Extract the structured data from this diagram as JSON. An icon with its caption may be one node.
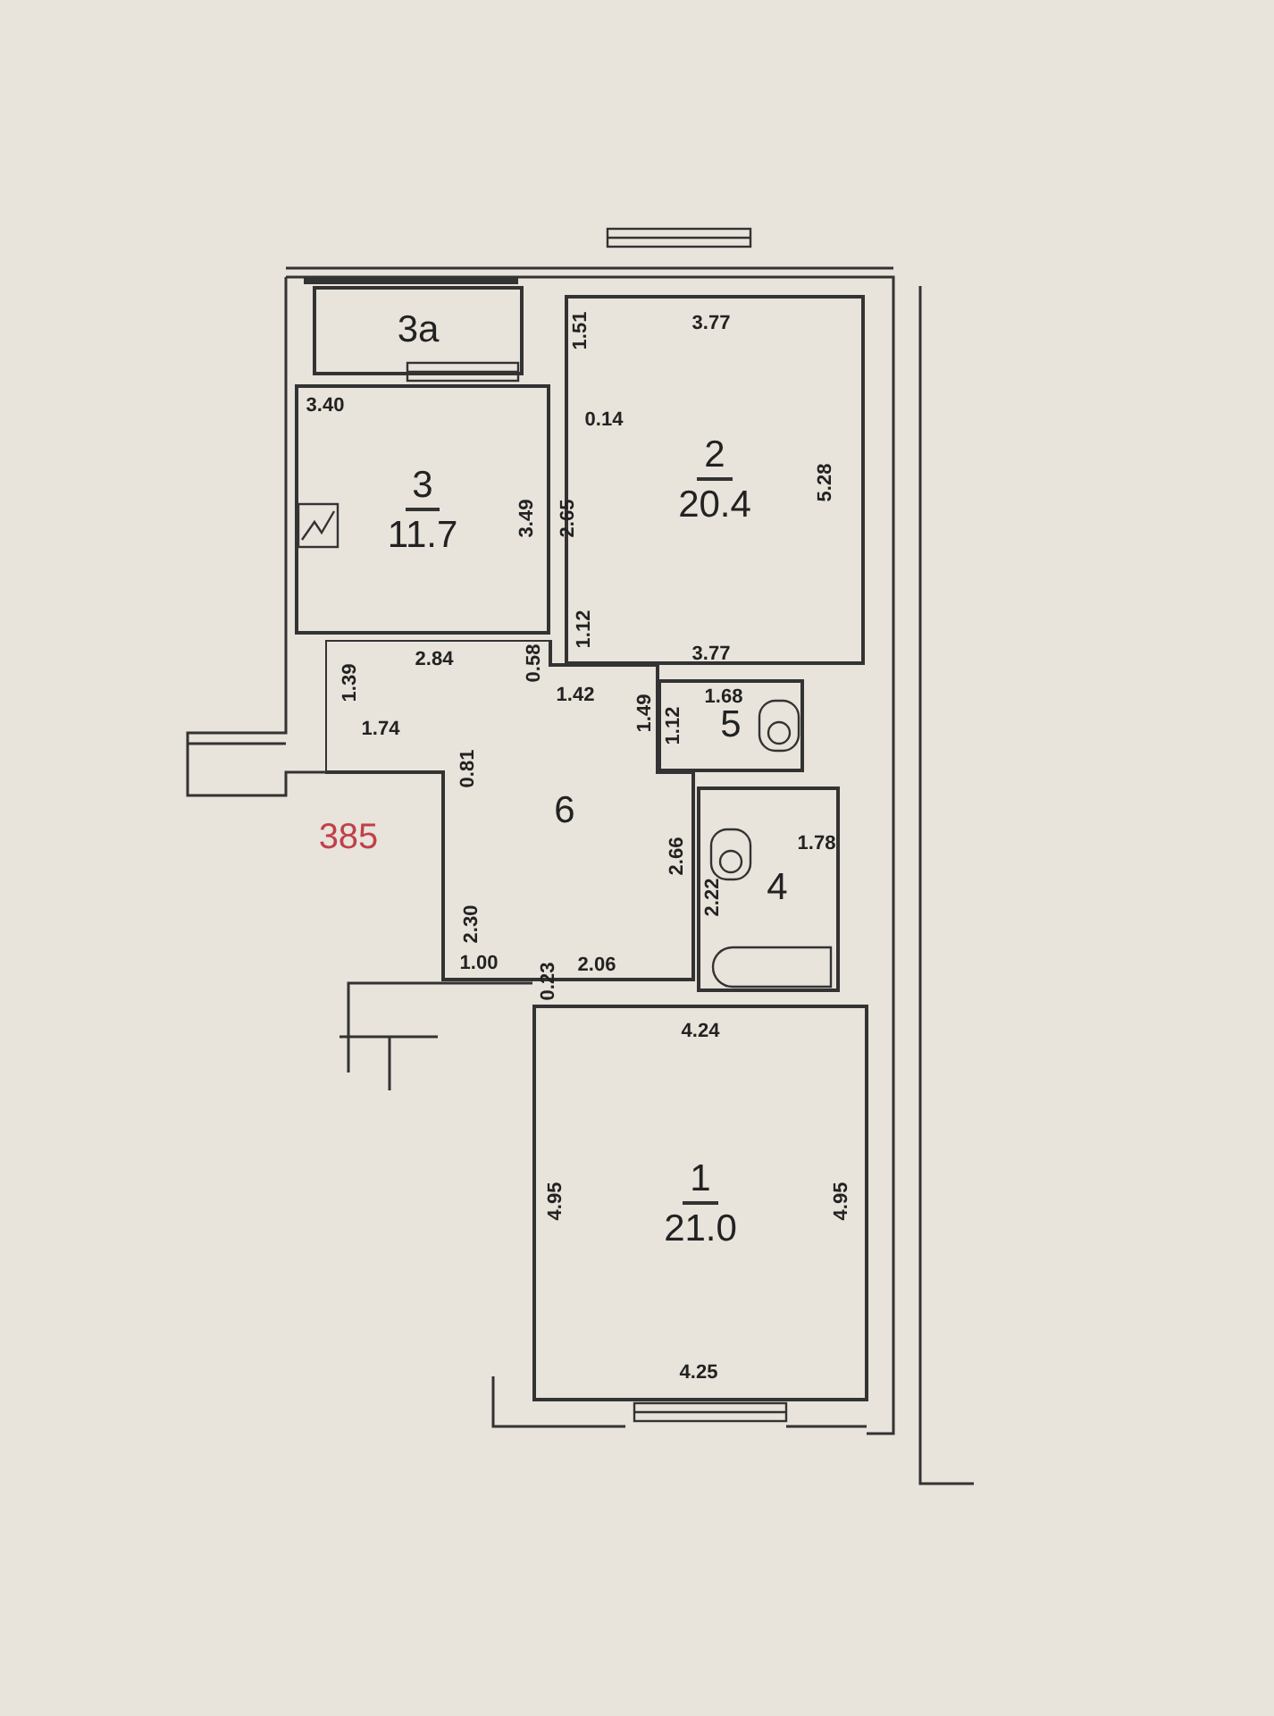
{
  "diagram": {
    "nodes": [
      {
        "text": [
          "3а"
        ]
      },
      {
        "text": [
          "3",
          "11.7"
        ]
      },
      {
        "text": [
          "2",
          "20.4"
        ]
      },
      {
        "text": [
          "5"
        ]
      },
      {
        "text": [
          "6"
        ]
      },
      {
        "text": [
          "4"
        ]
      },
      {
        "text": [
          "1",
          "21.0"
        ]
      }
    ],
    "labels": [
      "3.77",
      "1.51",
      "3.40",
      "0.14",
      "3.49",
      "2.65",
      "5.28",
      "1.12",
      "3.77",
      "2.84",
      "0.58",
      "1.42",
      "1.39",
      "1.49",
      "1.68",
      "1.12",
      "1.74",
      "0.81",
      "385",
      "2.66",
      "1.78",
      "2.22",
      "2.30",
      "1.00",
      "0.23",
      "2.06",
      "4.24",
      "4.95",
      "4.95",
      "4.25"
    ]
  }
}
